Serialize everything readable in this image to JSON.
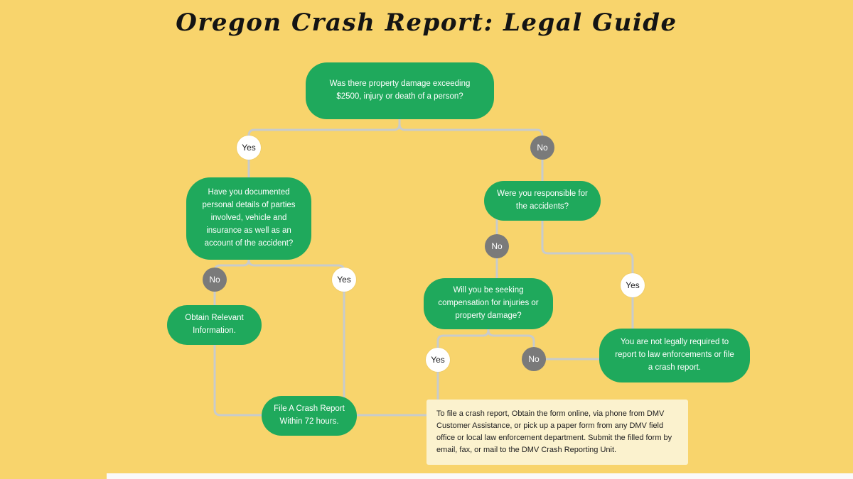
{
  "title": "Oregon Crash Report: Legal Guide",
  "labels": {
    "yes": "Yes",
    "no": "No"
  },
  "nodes": {
    "property_damage": {
      "text": "Was there property damage exceeding\n$2500, injury or death of a person?"
    },
    "documented_details": {
      "text": "Have you documented\npersonal details of parties\ninvolved, vehicle and\ninsurance as well as an\naccount of the accident?"
    },
    "responsible": {
      "text": "Were you responsible for\nthe accidents?"
    },
    "obtain_info": {
      "text": "Obtain Relevant\nInformation."
    },
    "seeking_compensation": {
      "text": "Will you be seeking\ncompensation for injuries or\nproperty damage?"
    },
    "not_required": {
      "text": "You are not legally required to\nreport to law enforcements or file\na crash report."
    },
    "file_report": {
      "text": "File A Crash Report\nWithin 72 hours."
    },
    "how_to_file_note": {
      "text": "To file a crash report, Obtain the form online, via phone from DMV Customer Assistance, or pick up a paper form from any DMV field office or local law enforcement department. Submit the filled form by email, fax, or mail to the DMV Crash Reporting Unit."
    }
  },
  "edges": [
    {
      "from": "property_damage",
      "label": "Yes",
      "to": "documented_details"
    },
    {
      "from": "property_damage",
      "label": "No",
      "to": "responsible"
    },
    {
      "from": "documented_details",
      "label": "No",
      "to": "obtain_info"
    },
    {
      "from": "documented_details",
      "label": "Yes",
      "to": "file_report"
    },
    {
      "from": "obtain_info",
      "label": "",
      "to": "file_report"
    },
    {
      "from": "responsible",
      "label": "No",
      "to": "seeking_compensation"
    },
    {
      "from": "responsible",
      "label": "Yes",
      "to": "not_required"
    },
    {
      "from": "seeking_compensation",
      "label": "Yes",
      "to": "file_report"
    },
    {
      "from": "seeking_compensation",
      "label": "No",
      "to": "not_required"
    }
  ],
  "colors": {
    "background": "#F8D46C",
    "node_green": "#1FA95C",
    "node_text": "#FFFFFF",
    "decision_no_bg": "#7A7A7A",
    "decision_no_text": "#FFFFFF",
    "decision_yes_bg": "#FFFFFF",
    "decision_yes_text": "#1D1D1F",
    "connector": "#C8CBCC",
    "note_bg": "#FBF2CE",
    "title_text": "#141414"
  }
}
